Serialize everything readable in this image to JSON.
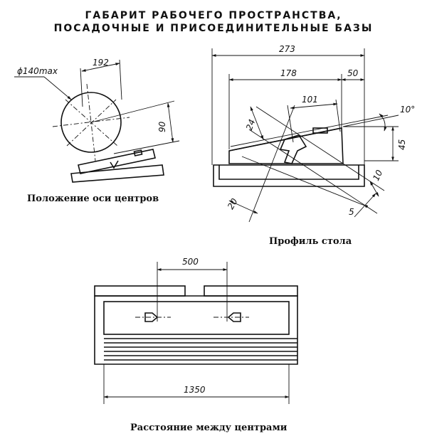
{
  "header": {
    "title_line1": "ГАБАРИТ РАБОЧЕГО ПРОСТРАНСТВА,",
    "title_line2": "ПОСАДОЧНЫЕ И ПРИСОЕДИНИТЕЛЬНЫЕ БАЗЫ"
  },
  "fig_center_axis": {
    "caption": "Положение оси центров",
    "dim_diameter": "ϕ140max",
    "dim_width": "192",
    "dim_height": "90"
  },
  "fig_table_profile": {
    "caption": "Профиль стола",
    "dim_total": "273",
    "dim_178": "178",
    "dim_50": "50",
    "dim_101": "101",
    "dim_angle": "10°",
    "dim_24": "24",
    "dim_45": "45",
    "dim_10": "10",
    "dim_20": "20",
    "dim_5": "5"
  },
  "fig_centers_distance": {
    "caption": "Расстояние между центрами",
    "dim_500": "500",
    "dim_1350": "1350"
  }
}
